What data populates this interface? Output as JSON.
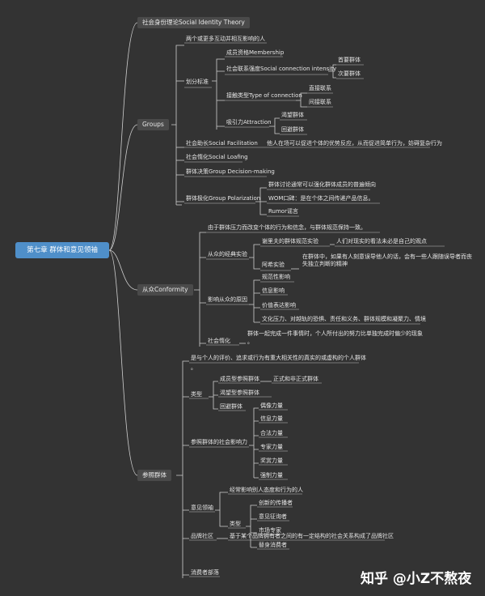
{
  "root": "第七章 群体和意见领袖",
  "branches": {
    "sit": "社会身份理论Social Identity Theory",
    "groups": "Groups",
    "conformity": "从众Conformity",
    "reference": "参照群体"
  },
  "groups": {
    "def": "两个或更多互动并相互影响的人",
    "classify": "划分标准",
    "membership": "成员资格Membership",
    "intensity": "社会联系强度Social connection intensity",
    "primary": "首要群体",
    "secondary": "次要群体",
    "contact": "接触类型Type of connection",
    "direct": "直接联系",
    "indirect": "间接联系",
    "attraction": "吸引力Attraction",
    "aspirational": "渴望群体",
    "avoidance": "回避群体",
    "facilitation": "社会助长Social Facilitation",
    "facilitation_desc": "他人在场可以促进个体的优势反应，从而促进简单行为，妨碍复杂行为",
    "loafing": "社会惰化Social Loafing",
    "decision": "群体决策Group Decision-making",
    "polarization": "群体极化Group Polarization",
    "pol_desc": "群体讨论通常可以强化群体成员的普遍倾向",
    "wom": "WOM口碑：是在个体之间传递产品信息。",
    "rumor": "Rumor谣言"
  },
  "conformity": {
    "def": "由于群体压力而改变个体的行为和信念，与群体规范保持一致。",
    "classic": "从众的经典实验",
    "sherif": "谢里夫的群体规范实验",
    "sherif_desc": "人们对现实的看法未必是自己的观点",
    "asch": "阿希实验",
    "asch_desc": "在群体中，如果有人刻意误导他人的话，会有一些人跟随误导者而丧失独立判断的精神",
    "reasons": "影响从众的原因",
    "norm": "规范性影响",
    "info": "信息影响",
    "value": "价值表达影响",
    "culture": "文化压力、对越轨的恐惧、责任和义务、群体规模和凝聚力、情境",
    "loafing": "社会惰化",
    "loafing_desc": "群体一起完成一件事情时，个人所付出的努力比单独完成时偏少的现象",
    "loafing_tail": "。"
  },
  "reference": {
    "def": "是与个人的评价、追求或行为有重大相关性的真实的或虚构的个人群体",
    "def_tail": "。",
    "type": "类型",
    "member_group": "成员型参照群体",
    "formal": "正式和非正式群体",
    "aspire_group": "渴望型参照群体",
    "avoid_group": "回避群体",
    "power": "参照群体的社会影响力",
    "idol": "偶像力量",
    "info": "信息力量",
    "legit": "合法力量",
    "expert": "专家力量",
    "reward": "奖赏力量",
    "coercive": "强制力量",
    "leader": "意见领袖",
    "leader_desc": "经常影响别人态度和行为的人",
    "leader_type": "类型",
    "innov": "创新的传播者",
    "seeker": "意见征询者",
    "maven": "市场专家",
    "surrogate": "替身消费者",
    "brand": "品牌社区",
    "brand_desc": "基于某个品牌拥有者之间的有一定结构的社会关系构成了品牌社区",
    "tribe": "消费者部落"
  },
  "watermark": "知乎 @小Z不熬夜",
  "colors": {
    "background": "#333333",
    "root": "#4f8fc9",
    "node": "#4a4a4a",
    "line": "#cfcfcf"
  }
}
